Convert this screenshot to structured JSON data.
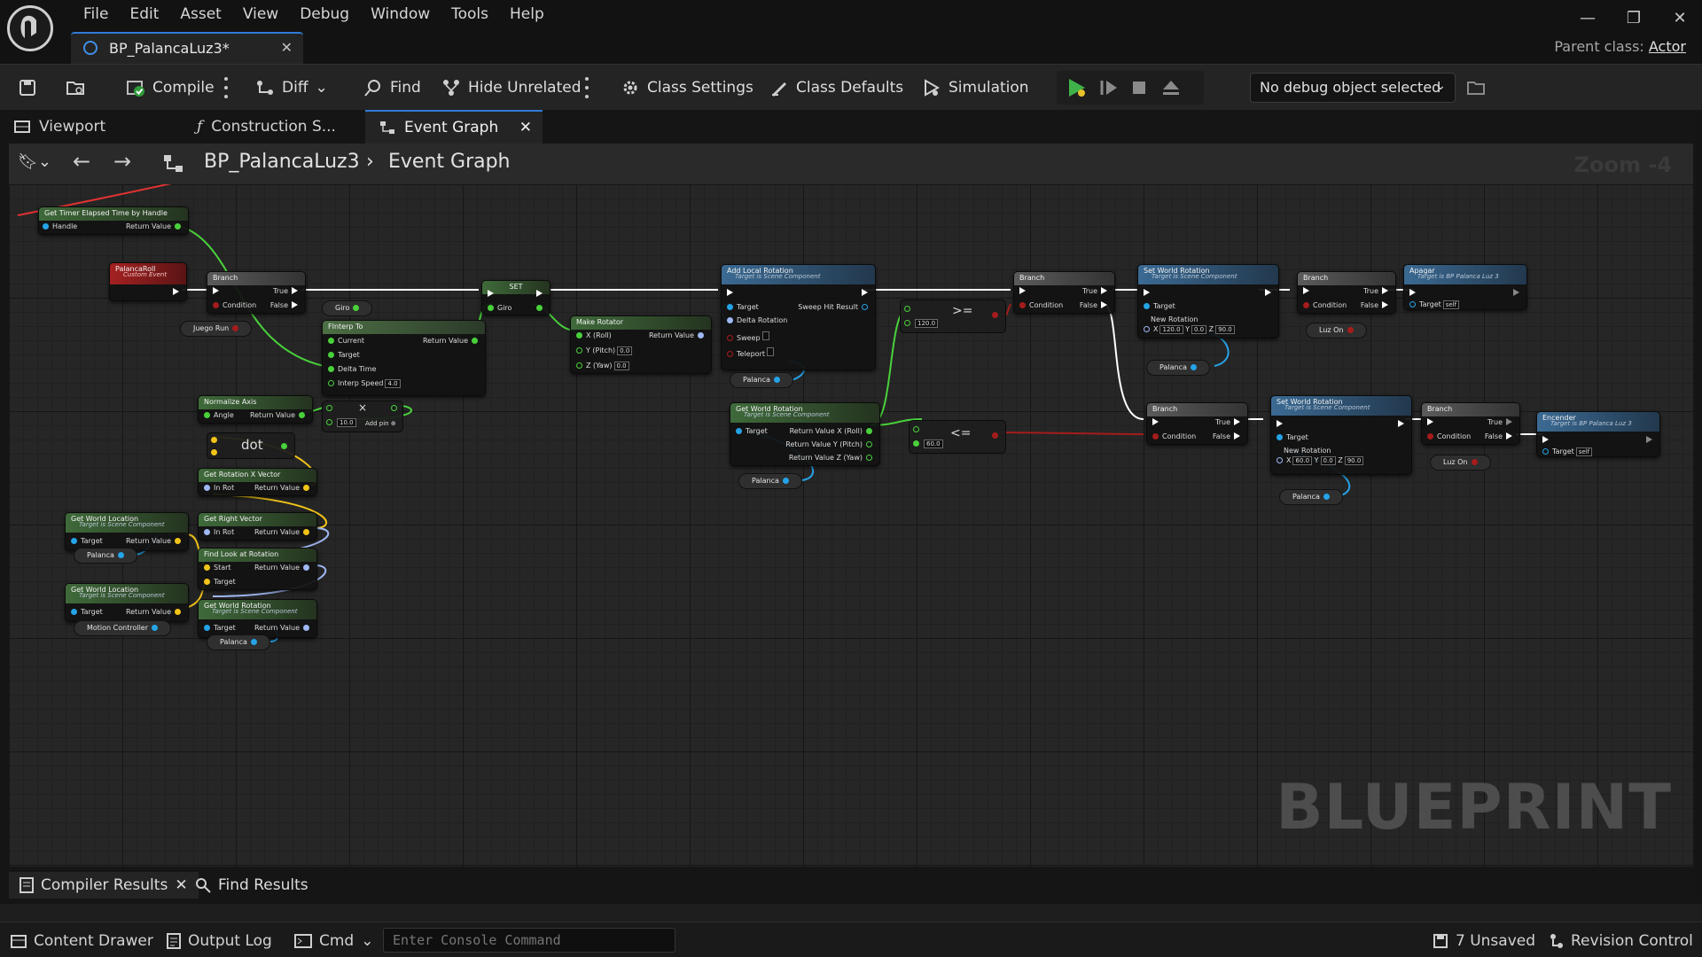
{
  "window": {
    "menu": [
      "File",
      "Edit",
      "Asset",
      "View",
      "Debug",
      "Window",
      "Tools",
      "Help"
    ],
    "document_tab": "BP_PalancaLuz3*",
    "parent_class_label": "Parent class:",
    "parent_class_value": "Actor"
  },
  "toolbar": {
    "compile": "Compile",
    "diff": "Diff",
    "find": "Find",
    "hide_unrelated": "Hide Unrelated",
    "class_settings": "Class Settings",
    "class_defaults": "Class Defaults",
    "simulation": "Simulation",
    "debug_object": "No debug object selected"
  },
  "graph_tabs": [
    "Viewport",
    "Construction S...",
    "Event Graph"
  ],
  "breadcrumb": {
    "blueprint": "BP_PalancaLuz3",
    "graph": "Event Graph",
    "zoom": "Zoom -4"
  },
  "nodes": {
    "get_timer": {
      "title": "Get Timer Elapsed Time by Handle",
      "handle": "Handle",
      "return": "Return Value"
    },
    "event": {
      "title": "PalancaRoll",
      "sub": "Custom Event"
    },
    "branch1": {
      "title": "Branch",
      "cond": "Condition",
      "t": "True",
      "f": "False"
    },
    "giro_var": "Giro",
    "juego_run": "Juego Run",
    "finterp": {
      "title": "FInterp To",
      "current": "Current",
      "target": "Target",
      "delta": "Delta Time",
      "speed": "Interp Speed",
      "speed_val": "4.0",
      "return": "Return Value"
    },
    "set": {
      "title": "SET",
      "giro": "Giro"
    },
    "make_rotator": {
      "title": "Make Rotator",
      "x": "X (Roll)",
      "y": "Y (Pitch)",
      "z": "Z (Yaw)",
      "y_val": "0.0",
      "z_val": "0.0",
      "return": "Return Value"
    },
    "add_local_rot": {
      "title": "Add Local Rotation",
      "sub": "Target is Scene Component",
      "target": "Target",
      "delta": "Delta Rotation",
      "sweep": "Sweep",
      "teleport": "Teleport",
      "sweep_hit": "Sweep Hit Result"
    },
    "palanca": "Palanca",
    "get_world_rot": {
      "title": "Get World Rotation",
      "sub": "Target is Scene Component",
      "target": "Target",
      "rx": "Return Value X (Roll)",
      "ry": "Return Value Y (Pitch)",
      "rz": "Return Value Z (Yaw)"
    },
    "gte": {
      "op": ">=",
      "val": "120.0"
    },
    "lte": {
      "op": "<=",
      "val": "60.0"
    },
    "branch2": {
      "title": "Branch",
      "cond": "Condition",
      "t": "True",
      "f": "False"
    },
    "set_world_rot1": {
      "title": "Set World Rotation",
      "sub": "Target is Scene Component",
      "target": "Target",
      "new_rot": "New Rotation",
      "x": "120.0",
      "y": "0.0",
      "z": "90.0"
    },
    "branch3": {
      "title": "Branch",
      "cond": "Condition",
      "t": "True",
      "f": "False"
    },
    "luz_on": "Luz On",
    "apagar": {
      "title": "Apagar",
      "sub": "Target is BP Palanca Luz 3",
      "target": "Target",
      "self": "self"
    },
    "branch4": {
      "title": "Branch",
      "cond": "Condition",
      "t": "True",
      "f": "False"
    },
    "set_world_rot2": {
      "title": "Set World Rotation",
      "sub": "Target is Scene Component",
      "target": "Target",
      "new_rot": "New Rotation",
      "x": "60.0",
      "y": "0.0",
      "z": "90.0"
    },
    "branch5": {
      "title": "Branch",
      "cond": "Condition",
      "t": "True",
      "f": "False"
    },
    "encender": {
      "title": "Encender",
      "sub": "Target is BP Palanca Luz 3",
      "target": "Target",
      "self": "self"
    },
    "normalize": {
      "title": "Normalize Axis",
      "angle": "Angle",
      "return": "Return Value"
    },
    "multiply": {
      "val": "10.0",
      "add_pin": "Add pin"
    },
    "dot": "dot",
    "get_rot_x": {
      "title": "Get Rotation X Vector",
      "in": "In Rot",
      "return": "Return Value"
    },
    "get_right": {
      "title": "Get Right Vector",
      "in": "In Rot",
      "return": "Return Value"
    },
    "find_look": {
      "title": "Find Look at Rotation",
      "start": "Start",
      "target": "Target",
      "return": "Return Value"
    },
    "get_world_rot2": {
      "title": "Get World Rotation",
      "sub": "Target is Scene Component",
      "target": "Target",
      "return": "Return Value"
    },
    "get_world_loc1": {
      "title": "Get World Location",
      "sub": "Target is Scene Component",
      "target": "Target",
      "return": "Return Value"
    },
    "get_world_loc2": {
      "title": "Get World Location",
      "sub": "Target is Scene Component",
      "target": "Target",
      "return": "Return Value"
    },
    "motion_controller": "Motion Controller"
  },
  "watermark": "BLUEPRINT",
  "bottom": {
    "compiler_results": "Compiler Results",
    "find_results": "Find Results",
    "content_drawer": "Content Drawer",
    "output_log": "Output Log",
    "cmd": "Cmd",
    "console_placeholder": "Enter Console Command",
    "unsaved": "7 Unsaved",
    "revision": "Revision Control"
  },
  "colors": {
    "accent": "#2f7bd6",
    "exec": "#ffffff",
    "float": "#49d13b",
    "bool": "#a51c1c",
    "object": "#25a3e8",
    "vector": "#f2c418"
  }
}
